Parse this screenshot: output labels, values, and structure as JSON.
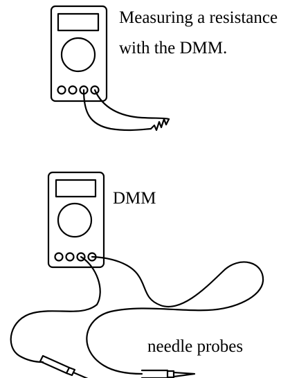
{
  "captions": {
    "top_line_1": "Measuring a resistance",
    "top_line_2": "with the DMM.",
    "dmm_label": "DMM",
    "probes_label": "needle probes"
  },
  "colors": {
    "stroke": "#000000",
    "background": "#ffffff"
  },
  "meters": [
    {
      "name": "top-multimeter",
      "jacks": 4
    },
    {
      "name": "bottom-multimeter",
      "jacks": 4
    }
  ]
}
